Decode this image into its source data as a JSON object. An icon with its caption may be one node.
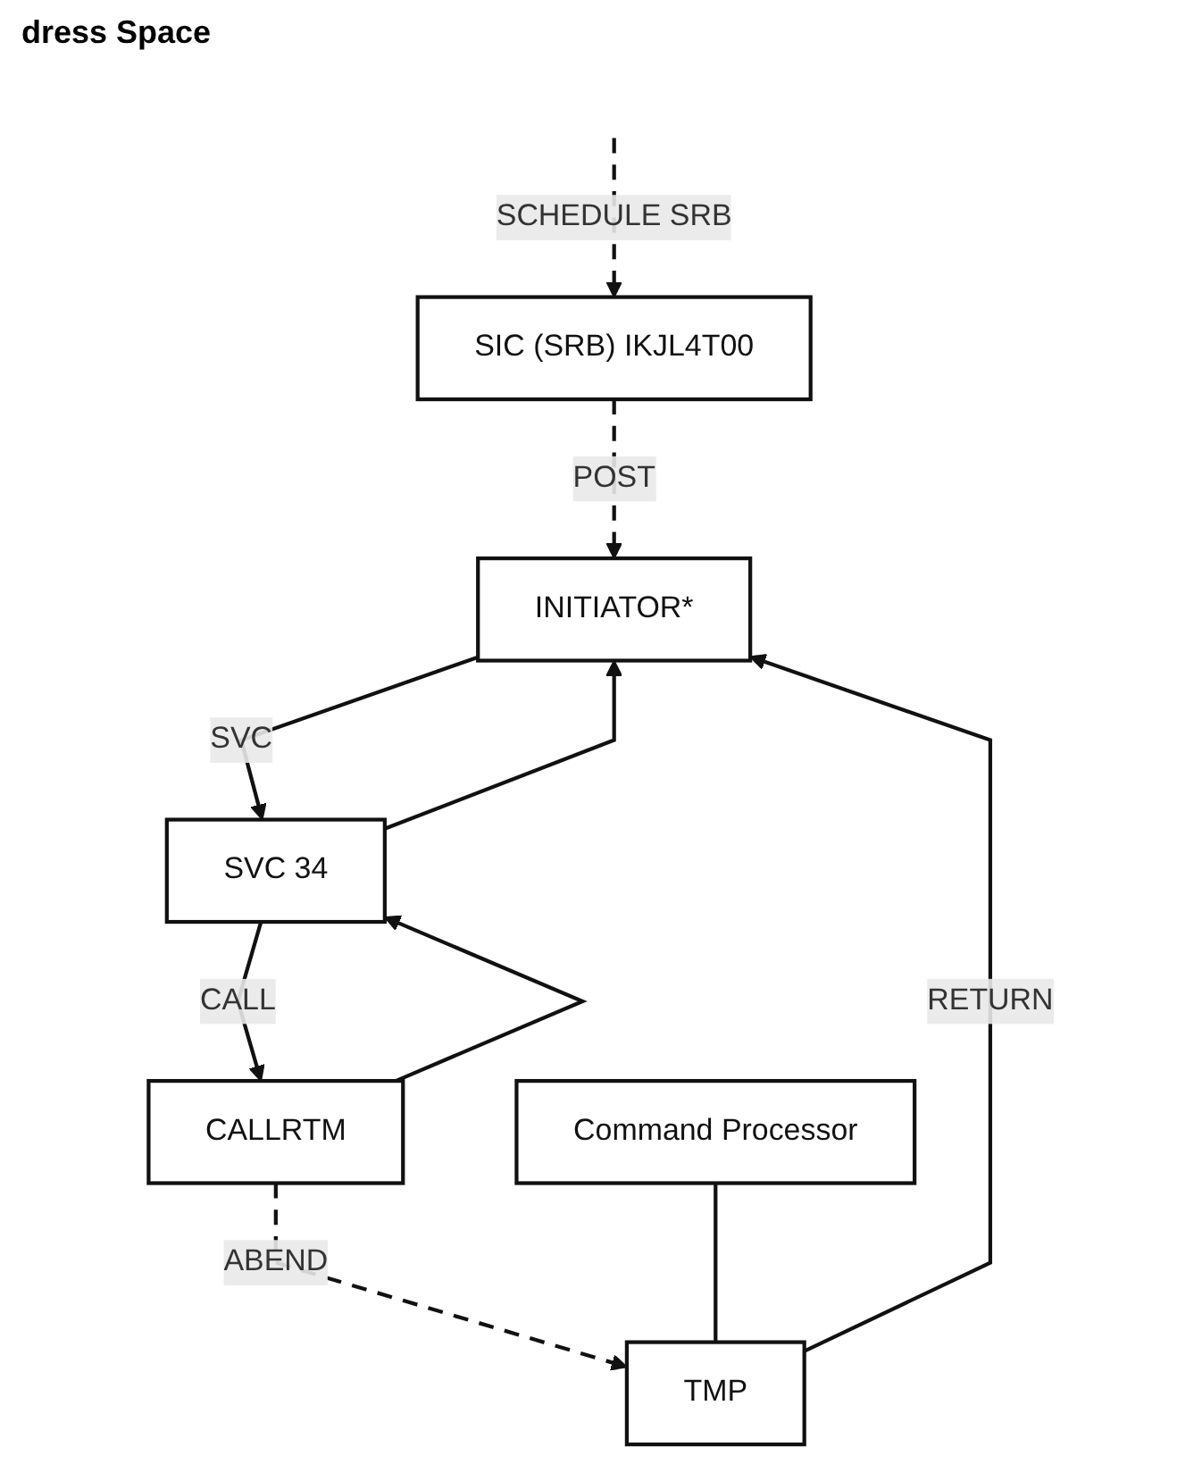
{
  "diagram": {
    "title": "dress Space",
    "nodes": [
      {
        "text": [
          "SIC (SRB) IKJL4T00"
        ]
      },
      {
        "text": [
          "INITIATOR*"
        ]
      },
      {
        "text": [
          "SVC 34"
        ]
      },
      {
        "text": [
          "CALLRTM"
        ]
      },
      {
        "text": [
          "TMP"
        ]
      },
      {
        "text": [
          "Command Processor"
        ]
      }
    ],
    "edges": [
      {
        "from": null,
        "to": 0,
        "arrow": "to",
        "label": "SCHEDULE SRB",
        "style": "dashed"
      },
      {
        "from": 0,
        "to": 1,
        "arrow": "to",
        "label": "POST",
        "style": "dashed"
      },
      {
        "from": 1,
        "to": 2,
        "arrow": "to",
        "label": "SVC"
      },
      {
        "from": 2,
        "to": 1,
        "arrow": "to"
      },
      {
        "from": 2,
        "to": 3,
        "arrow": "to",
        "label": "CALL"
      },
      {
        "from": 3,
        "to": 2,
        "arrow": "to"
      },
      {
        "from": 4,
        "to": 1,
        "arrow": "to",
        "label": "RETURN"
      },
      {
        "from": 3,
        "to": 4,
        "arrow": "to",
        "label": "ABEND",
        "style": "dashed"
      },
      {
        "from": 5,
        "to": 4,
        "arrow": "none"
      }
    ]
  }
}
